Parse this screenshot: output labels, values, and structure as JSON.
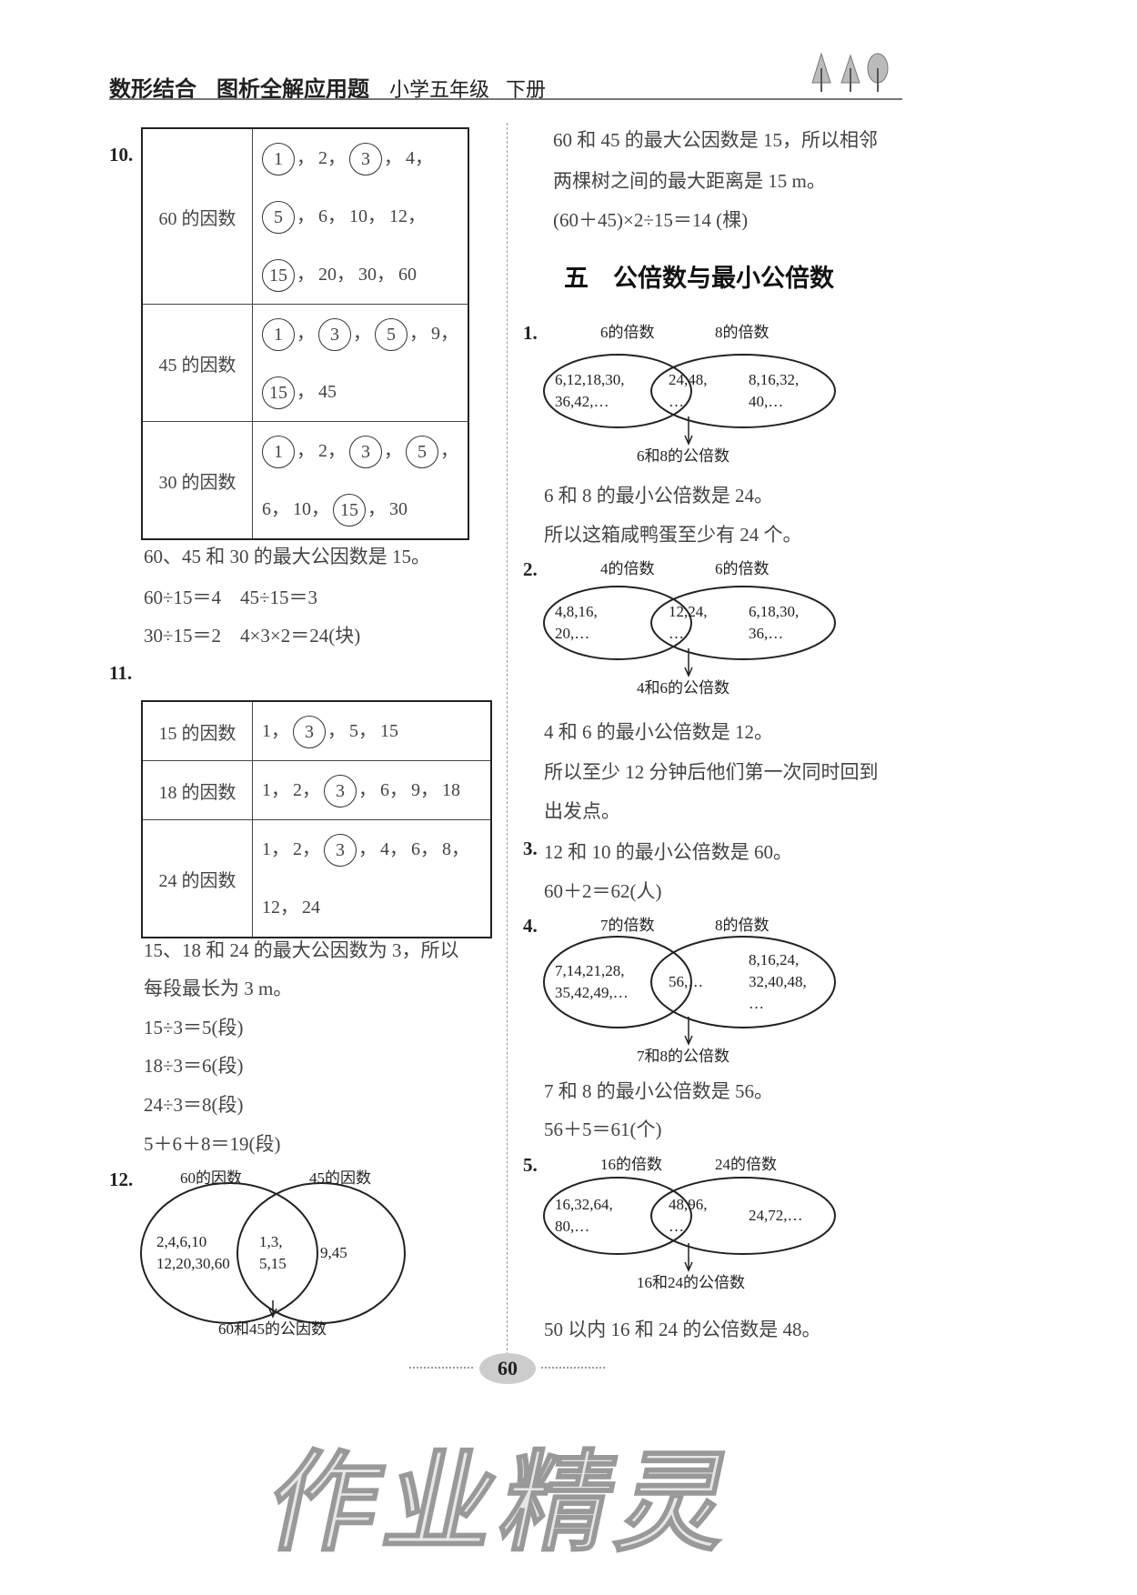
{
  "header": {
    "series": "数形结合",
    "title": "图析全解应用题",
    "grade": "小学五年级",
    "volume": "下册",
    "tree_icon": "trees-icon"
  },
  "left": {
    "q10": {
      "num": "10.",
      "rows": [
        {
          "label": "60 的因数",
          "lines": [
            [
              {
                "v": "1",
                "c": true
              },
              {
                "v": "2",
                "c": false
              },
              {
                "v": "3",
                "c": true
              },
              {
                "v": "4",
                "c": false
              }
            ],
            [
              {
                "v": "5",
                "c": true
              },
              {
                "v": "6",
                "c": false
              },
              {
                "v": "10",
                "c": false
              },
              {
                "v": "12",
                "c": false
              }
            ],
            [
              {
                "v": "15",
                "c": true
              },
              {
                "v": "20",
                "c": false
              },
              {
                "v": "30",
                "c": false
              },
              {
                "v": "60",
                "c": false
              }
            ]
          ]
        },
        {
          "label": "45 的因数",
          "lines": [
            [
              {
                "v": "1",
                "c": true
              },
              {
                "v": "3",
                "c": true
              },
              {
                "v": "5",
                "c": true
              },
              {
                "v": "9",
                "c": false
              }
            ],
            [
              {
                "v": "15",
                "c": true
              },
              {
                "v": "45",
                "c": false
              }
            ]
          ]
        },
        {
          "label": "30 的因数",
          "lines": [
            [
              {
                "v": "1",
                "c": true
              },
              {
                "v": "2",
                "c": false
              },
              {
                "v": "3",
                "c": true
              },
              {
                "v": "5",
                "c": true
              }
            ],
            [
              {
                "v": "6",
                "c": false
              },
              {
                "v": "10",
                "c": false
              },
              {
                "v": "15",
                "c": true
              },
              {
                "v": "30",
                "c": false
              }
            ]
          ]
        }
      ],
      "text": [
        "60、45 和 30 的最大公因数是 15。",
        "60÷15＝4　45÷15＝3",
        "30÷15＝2　4×3×2＝24(块)"
      ]
    },
    "q11": {
      "num": "11.",
      "rows": [
        {
          "label": "15 的因数",
          "lines": [
            [
              {
                "v": "1",
                "c": false
              },
              {
                "v": "3",
                "c": true
              },
              {
                "v": "5",
                "c": false
              },
              {
                "v": "15",
                "c": false
              }
            ]
          ]
        },
        {
          "label": "18 的因数",
          "lines": [
            [
              {
                "v": "1",
                "c": false
              },
              {
                "v": "2",
                "c": false
              },
              {
                "v": "3",
                "c": true
              },
              {
                "v": "6",
                "c": false
              },
              {
                "v": "9",
                "c": false
              },
              {
                "v": "18",
                "c": false
              }
            ]
          ]
        },
        {
          "label": "24 的因数",
          "lines": [
            [
              {
                "v": "1",
                "c": false
              },
              {
                "v": "2",
                "c": false
              },
              {
                "v": "3",
                "c": true
              },
              {
                "v": "4",
                "c": false
              },
              {
                "v": "6",
                "c": false
              },
              {
                "v": "8",
                "c": false
              }
            ],
            [
              {
                "v": "12",
                "c": false
              },
              {
                "v": "24",
                "c": false
              }
            ]
          ]
        }
      ],
      "text": [
        "15、18 和 24 的最大公因数为 3，所以",
        "每段最长为 3 m。",
        "15÷3＝5(段)",
        "18÷3＝6(段)",
        "24÷3＝8(段)",
        "5＋6＋8＝19(段)"
      ]
    },
    "q12": {
      "num": "12.",
      "venn": {
        "left_label": "60的因数",
        "right_label": "45的因数",
        "left": [
          "2,4,6,10",
          "12,20,30,60"
        ],
        "middle": [
          "1,3,",
          "5,15"
        ],
        "right": [
          "9,45"
        ],
        "bottom_label": "60和45的公因数"
      }
    }
  },
  "right": {
    "top_text": [
      "60 和 45 的最大公因数是 15，所以相邻",
      "两棵树之间的最大距离是 15 m。",
      "(60＋45)×2÷15＝14 (棵)"
    ],
    "section_title": "五　公倍数与最小公倍数",
    "q1": {
      "num": "1.",
      "venn": {
        "left_label": "6的倍数",
        "right_label": "8的倍数",
        "left": [
          "6,12,18,30,",
          "36,42,…"
        ],
        "middle": [
          "24,48,",
          "…"
        ],
        "right": [
          "8,16,32,",
          "40,…"
        ],
        "bottom_label": "6和8的公倍数"
      },
      "text": [
        "6 和 8 的最小公倍数是 24。",
        "所以这箱咸鸭蛋至少有 24 个。"
      ]
    },
    "q2": {
      "num": "2.",
      "venn": {
        "left_label": "4的倍数",
        "right_label": "6的倍数",
        "left": [
          "4,8,16,",
          "20,…"
        ],
        "middle": [
          "12,24,",
          "…"
        ],
        "right": [
          "6,18,30,",
          "36,…"
        ],
        "bottom_label": "4和6的公倍数"
      },
      "text": [
        "4 和 6 的最小公倍数是 12。",
        "所以至少 12 分钟后他们第一次同时回到",
        "出发点。"
      ]
    },
    "q3": {
      "num": "3.",
      "text": [
        "12 和 10 的最小公倍数是 60。",
        "60＋2＝62(人)"
      ]
    },
    "q4": {
      "num": "4.",
      "venn": {
        "left_label": "7的倍数",
        "right_label": "8的倍数",
        "left": [
          "7,14,21,28,",
          "35,42,49,…"
        ],
        "middle": [
          "56,…"
        ],
        "right": [
          "8,16,24,",
          "32,40,48,",
          "…"
        ],
        "bottom_label": "7和8的公倍数"
      },
      "text": [
        "7 和 8 的最小公倍数是 56。",
        "56＋5＝61(个)"
      ]
    },
    "q5": {
      "num": "5.",
      "venn": {
        "left_label": "16的倍数",
        "right_label": "24的倍数",
        "left": [
          "16,32,64,",
          "80,…"
        ],
        "middle": [
          "48,96,",
          "…"
        ],
        "right": [
          "24,72,…"
        ],
        "bottom_label": "16和24的公倍数"
      },
      "text": [
        "50 以内 16 和 24 的公倍数是 48。"
      ]
    }
  },
  "watermark": "作业精灵",
  "page_number": "60"
}
